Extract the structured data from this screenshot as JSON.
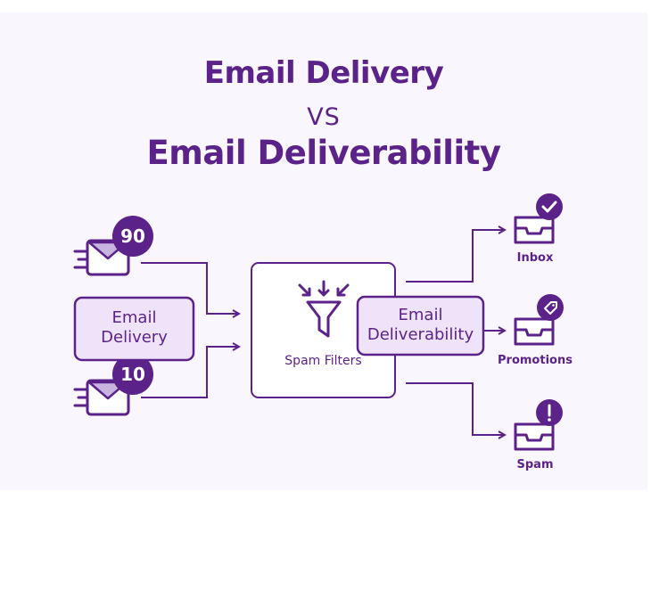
{
  "title": {
    "line1": "Email Delivery",
    "line2": "VS",
    "line3": "Email Deliverability"
  },
  "sources": {
    "count_top": "90",
    "count_bottom": "10",
    "delivery_label_line1": "Email",
    "delivery_label_line2": "Delivery"
  },
  "filter": {
    "label": "Spam Filters",
    "icon": "funnel-icon"
  },
  "deliverability": {
    "label_line1": "Email",
    "label_line2": "Deliverability"
  },
  "destinations": {
    "inbox": "Inbox",
    "promotions": "Promotions",
    "spam": "Spam"
  },
  "colors": {
    "primary": "#5b2389",
    "box_fill": "#efe3f9",
    "background": "#faf6fd"
  }
}
